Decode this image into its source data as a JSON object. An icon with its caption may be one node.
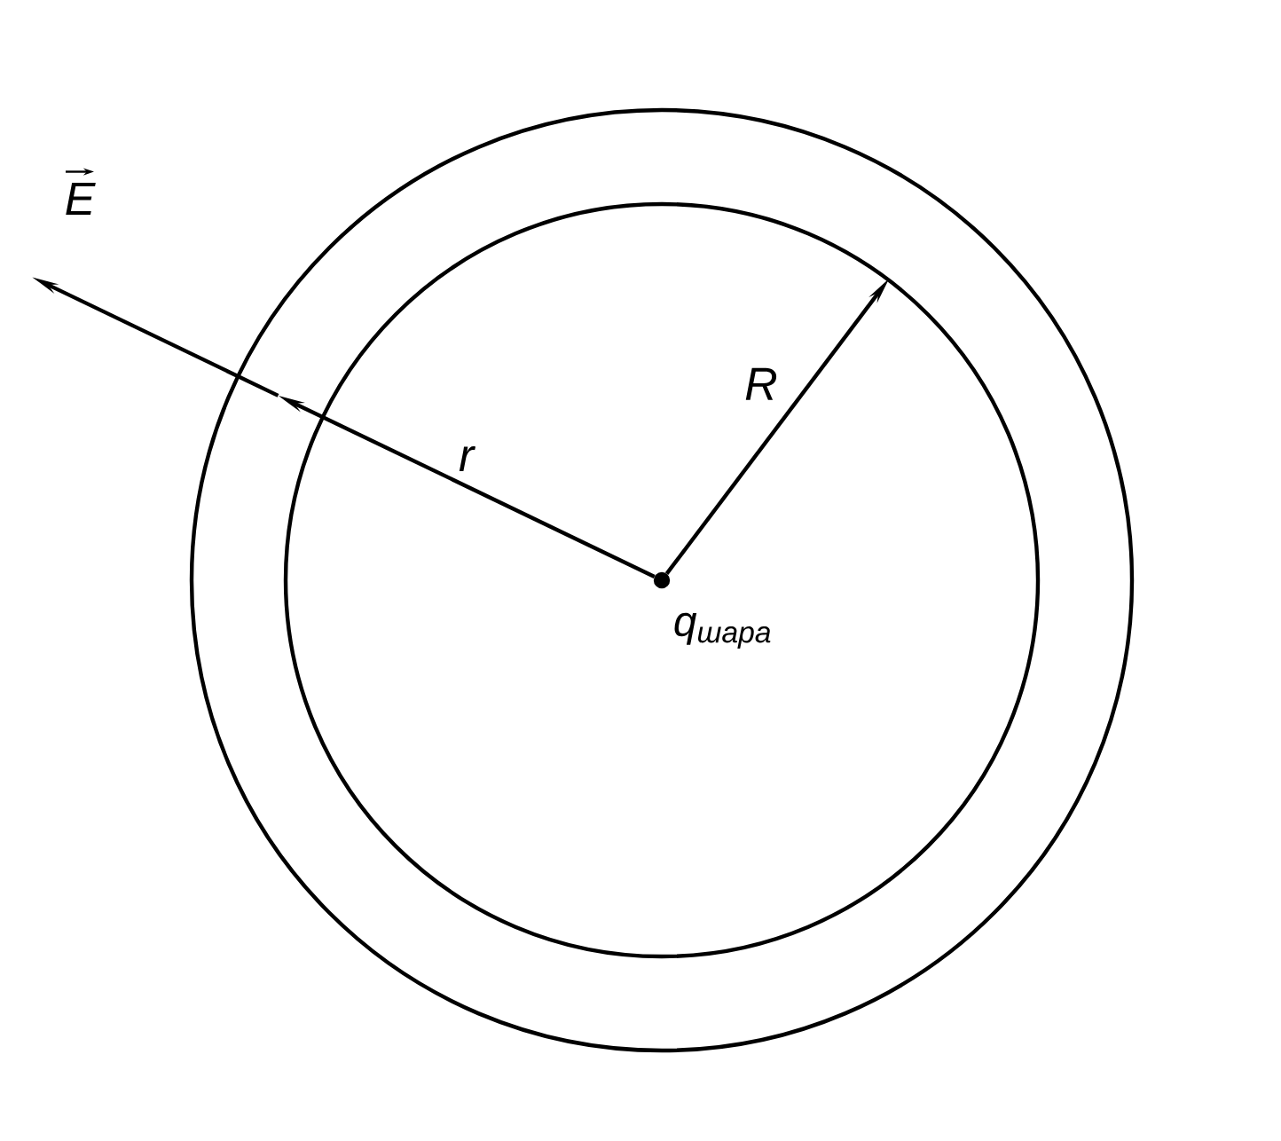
{
  "diagram": {
    "nodes": [
      {
        "text": [],
        "shape": "circle"
      },
      {
        "text": [],
        "shape": "circle",
        "in": 0
      },
      {
        "text": [],
        "shape": "circle",
        "in": 1,
        "beside": [
          "q$_{шара}$"
        ]
      }
    ],
    "edges": [
      {
        "from": 2,
        "to": 1,
        "arrow": "to",
        "label": "R"
      },
      {
        "from": 2,
        "to": null,
        "arrow": "to",
        "label": "r"
      }
    ],
    "labels": [
      "E"
    ]
  }
}
